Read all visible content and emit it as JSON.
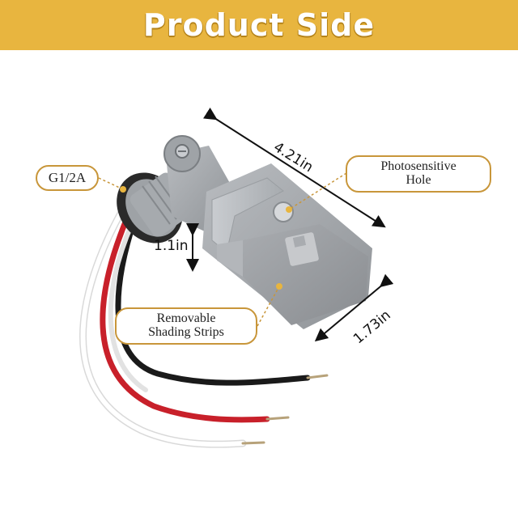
{
  "header": {
    "title": "Product Side"
  },
  "labels": {
    "thread": "G1/2A",
    "photo_line1": "Photosensitive",
    "photo_line2": "Hole",
    "strip_line1": "Removable",
    "strip_line2": "Shading Strips"
  },
  "dimensions": {
    "length": "4.21in",
    "height": "1.1in",
    "width": "1.73in"
  },
  "colors": {
    "banner": "#e8b53f",
    "callout_border": "#c8963a"
  }
}
